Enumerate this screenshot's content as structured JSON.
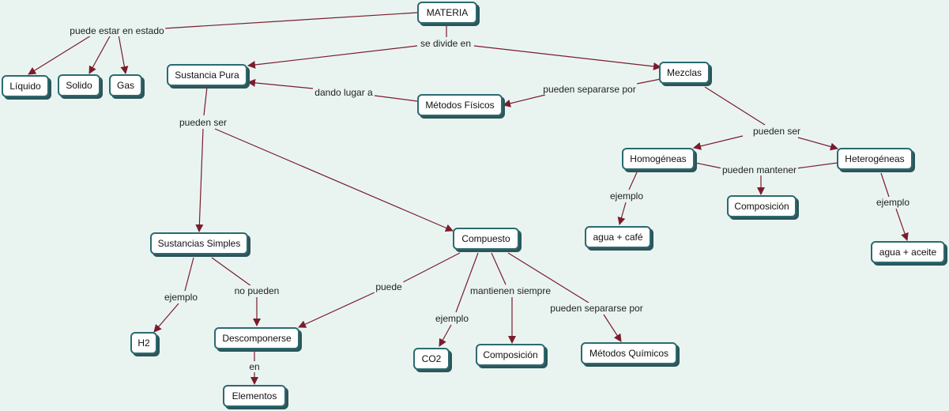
{
  "colors": {
    "background": "#e9f4f1",
    "node_border": "#2a6b70",
    "node_shadow": "#2e5559",
    "arrow": "#7b1c2c"
  },
  "nodes": {
    "materia": "MATERIA",
    "liquido": "Líquido",
    "solido": "Solido",
    "gas": "Gas",
    "sustancia_pura": "Sustancia Pura",
    "metodos_fisicos": "Métodos Físicos",
    "mezclas": "Mezclas",
    "homogeneas": "Homogéneas",
    "heterogeneas": "Heterogéneas",
    "composicion_mezcla": "Composición",
    "agua_cafe": "agua + café",
    "agua_aceite": "agua + aceite",
    "sustancias_simples": "Sustancias Simples",
    "compuesto": "Compuesto",
    "h2": "H2",
    "descomponerse": "Descomponerse",
    "elementos": "Elementos",
    "co2": "CO2",
    "composicion_compuesto": "Composición",
    "metodos_quimicos": "Métodos Químicos"
  },
  "links": {
    "puede_estar": "puede estar en estado",
    "se_divide": "se divide en",
    "dando_lugar": "dando lugar a",
    "pueden_separarse_mezclas": "pueden separarse por",
    "pueden_ser_pura": "pueden ser",
    "pueden_ser_mezclas": "pueden ser",
    "pueden_mantener": "pueden mantener",
    "ejemplo_homog": "ejemplo",
    "ejemplo_heterog": "ejemplo",
    "ejemplo_simples": "ejemplo",
    "no_pueden": "no pueden",
    "puede": "puede",
    "en": "en",
    "ejemplo_compuesto": "ejemplo",
    "mantienen_siempre": "mantienen siempre",
    "pueden_separarse_compuesto": "pueden separarse por"
  }
}
